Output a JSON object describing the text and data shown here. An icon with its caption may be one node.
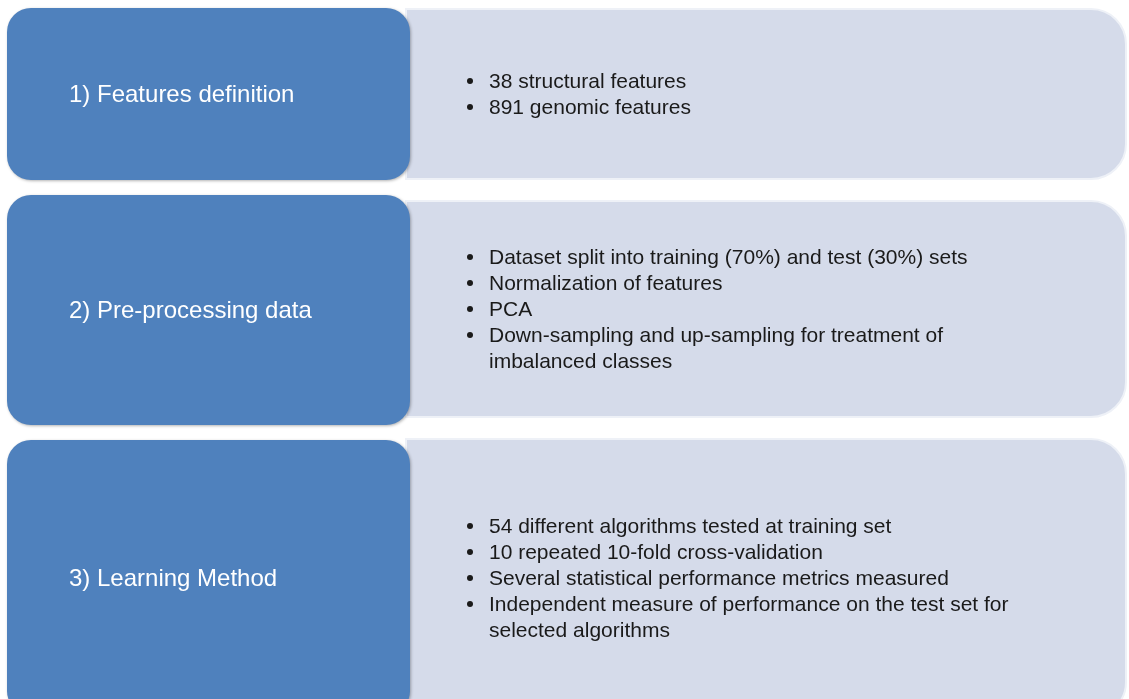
{
  "diagram": {
    "nodes": [
      {
        "text": [
          "1) Features definition"
        ]
      },
      {
        "text": [
          "38 structural features",
          "891 genomic features"
        ]
      },
      {
        "text": [
          "2) Pre-processing data"
        ]
      },
      {
        "text": [
          "Dataset split into training (70%) and test (30%) sets",
          "Normalization of features",
          "PCA",
          "Down-sampling and up-sampling for treatment of imbalanced classes"
        ]
      },
      {
        "text": [
          "3) Learning Method"
        ]
      },
      {
        "text": [
          "54 different algorithms tested at training set",
          "10 repeated 10-fold cross-validation",
          "Several statistical performance metrics measured",
          "Independent measure of performance on the test set for selected algorithms"
        ]
      }
    ]
  }
}
